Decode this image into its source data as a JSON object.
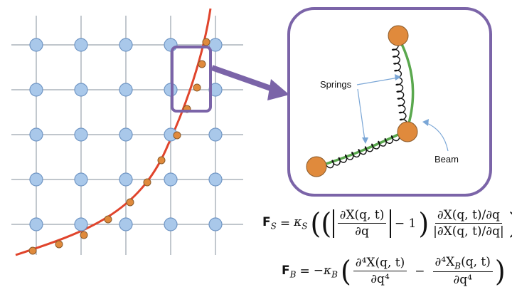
{
  "diagram": {
    "grid_rows": 5,
    "grid_cols": 5,
    "colors": {
      "grid_line": "#9aa3ad",
      "grid_node_fill": "#a9c8ea",
      "grid_node_stroke": "#6f95c4",
      "fiber": "#e0442c",
      "fiber_node_fill": "#e08a3c",
      "fiber_node_stroke": "#8a5a2a",
      "zoom_box": "#7b64a8",
      "spring": "#111111",
      "beam": "#5aa84e",
      "annotation_arrow": "#7aa6d6"
    },
    "labels": {
      "springs": "Springs",
      "beam": "Beam"
    }
  },
  "equations": {
    "fs": {
      "lhs": "F",
      "lhs_sub": "S",
      "coef": "κ",
      "coef_sub": "S",
      "num1": "∂X(q, t)",
      "den1": "∂q",
      "minus_one": "− 1",
      "num2": "∂X(q, t)/∂q",
      "den2": "|∂X(q, t)/∂q|"
    },
    "fb": {
      "lhs": "F",
      "lhs_sub": "B",
      "coef": "−κ",
      "coef_sub": "B",
      "num1": "∂⁴X(q, t)",
      "den1": "∂q⁴",
      "num2": "∂⁴X",
      "num2_sub": "B",
      "num2_tail": "(q, t)",
      "den2": "∂q⁴"
    }
  }
}
